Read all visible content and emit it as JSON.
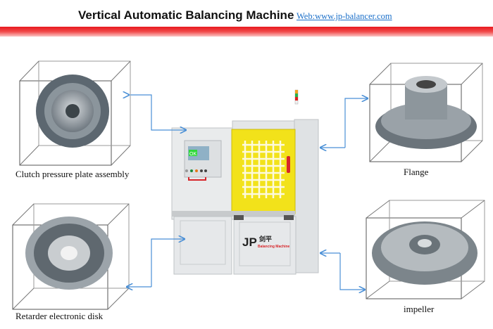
{
  "header": {
    "title": "Vertical Automatic Balancing Machine",
    "web_link": "Web:www.jp-balancer.com"
  },
  "parts": [
    {
      "label": "Clutch pressure plate assembly"
    },
    {
      "label": "Flange"
    },
    {
      "label": "Retarder electronic disk"
    },
    {
      "label": "impeller"
    }
  ],
  "machine": {
    "logo_text": "JP",
    "logo_cn": "剑平",
    "logo_sub": "Balancing Machine",
    "screen_text": "OK"
  },
  "colors": {
    "accent_red": "#e8191e",
    "arrow_blue": "#4a8fd6",
    "door_yellow": "#f2e21a"
  }
}
